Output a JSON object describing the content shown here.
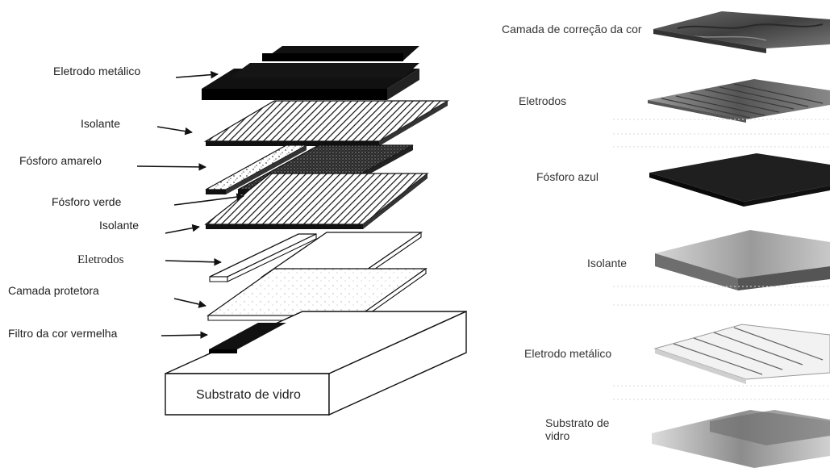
{
  "left_diagram": {
    "labels": {
      "metal_electrode": "Eletrodo metálico",
      "insulator_top": "Isolante",
      "yellow_phosphor": "Fósforo amarelo",
      "green_phosphor": "Fósforo verde",
      "insulator_bottom": "Isolante",
      "electrodes": "Eletrodos",
      "protective_layer": "Camada protetora",
      "red_filter": "Filtro da cor vermelha",
      "glass_substrate": "Substrato de vidro"
    }
  },
  "right_diagram": {
    "labels": {
      "color_correction": "Camada de correção da cor",
      "electrodes": "Eletrodos",
      "blue_phosphor": "Fósforo azul",
      "insulator": "Isolante",
      "metal_electrode": "Eletrodo metálico",
      "glass_substrate": "Substrato de vidro"
    }
  }
}
